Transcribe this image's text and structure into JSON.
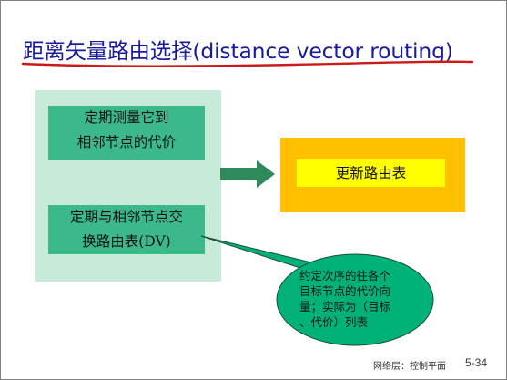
{
  "title": "距离矢量路由选择(distance vector routing)",
  "colors": {
    "title": "#1a1a9e",
    "title_underline": "#cc1a1a",
    "left_panel": "#c8ead9",
    "step_box": "#3cb98a",
    "arrow": "#2e8a5a",
    "update_outer": "#ffc000",
    "update_inner": "#ffff00",
    "callout": "#00b27a"
  },
  "steps": {
    "measure": {
      "line1": "定期测量它到",
      "line2": "相邻节点的代价"
    },
    "exchange": {
      "line1": "定期与相邻节点交",
      "line2": "换路由表(DV)"
    }
  },
  "update": {
    "label": "更新路由表"
  },
  "callout": {
    "line1": "约定次序的往各个",
    "line2": "目标节点的代价向",
    "line3": "量；实际为（目标",
    "line4": "、代价）列表"
  },
  "footer": {
    "section": "网络层：控制平面",
    "page": "5-34"
  }
}
